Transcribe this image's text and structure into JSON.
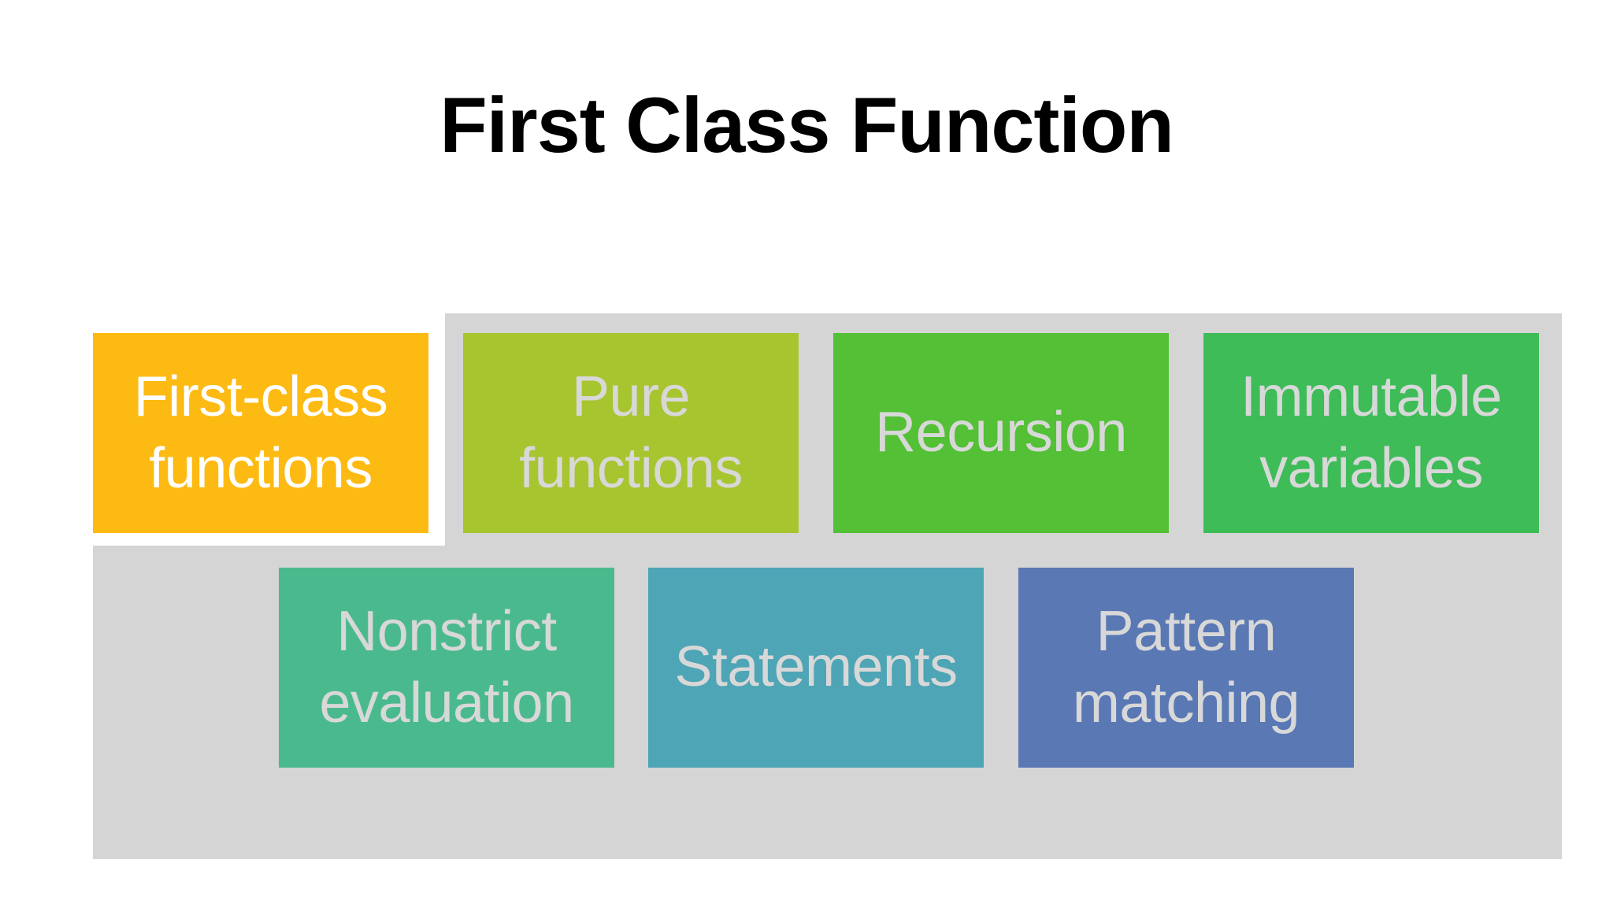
{
  "title": "First Class Function",
  "panel": {
    "color": "#d5d5d5"
  },
  "colors": {
    "slide_background": "#ffffff",
    "title_text": "#000000",
    "box_text_light_gray": "#d8d8d8",
    "box_text_white": "#ffffff"
  },
  "boxes": [
    {
      "label": "First-class functions",
      "bg": "#fdba12",
      "fg": "#ffffff"
    },
    {
      "label": "Pure functions",
      "bg": "#a7c52f",
      "fg": "#d8d8d8"
    },
    {
      "label": "Recursion",
      "bg": "#53c036",
      "fg": "#d8d8d8"
    },
    {
      "label": "Immutable variables",
      "bg": "#3dbc58",
      "fg": "#d8d8d8"
    },
    {
      "label": "Nonstrict evaluation",
      "bg": "#4aba8e",
      "fg": "#d8d8d8"
    },
    {
      "label": "Statements",
      "bg": "#4ea5b5",
      "fg": "#d8d8d8"
    },
    {
      "label": "Pattern matching",
      "bg": "#5978b4",
      "fg": "#d8d8d8"
    }
  ]
}
